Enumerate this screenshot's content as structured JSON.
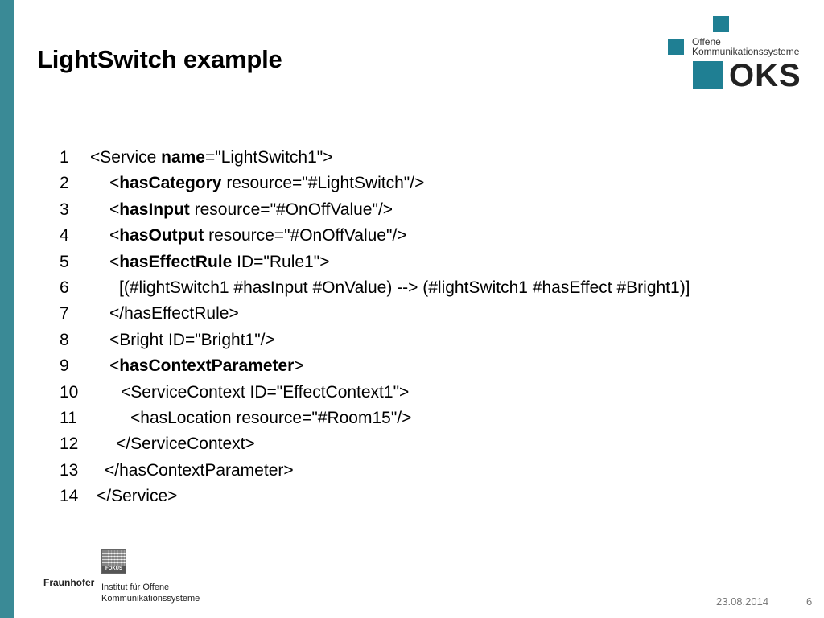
{
  "slide": {
    "title": "LightSwitch example",
    "accent_color": "#3a8a96",
    "date": "23.08.2014",
    "page_number": "6"
  },
  "logo_oks": {
    "line1": "Offene",
    "line2": "Kommunikationssysteme",
    "word": "OKS"
  },
  "logo_fraunhofer": {
    "name": "Fraunhofer",
    "badge": "FOKUS",
    "institute_line1": "Institut für Offene",
    "institute_line2": "Kommunikationssysteme"
  },
  "code": [
    {
      "num": "1",
      "indent": 0,
      "pre": "<Service ",
      "bold": "name",
      "post": "=\"LightSwitch1\">"
    },
    {
      "num": "2",
      "indent": 1,
      "pre": "<",
      "bold": "hasCategory",
      "post": " resource=\"#LightSwitch\"/>"
    },
    {
      "num": "3",
      "indent": 1,
      "pre": "<",
      "bold": "hasInput",
      "post": " resource=\"#OnOffValue\"/>"
    },
    {
      "num": "4",
      "indent": 1,
      "pre": "<",
      "bold": "hasOutput",
      "post": " resource=\"#OnOffValue\"/>"
    },
    {
      "num": "5",
      "indent": 1,
      "pre": "<",
      "bold": "hasEffectRule",
      "post": " ID=\"Rule1\">"
    },
    {
      "num": "6",
      "indent": 2,
      "pre": "[(#lightSwitch1 #hasInput #OnValue) --> (#lightSwitch1 #hasEffect #Bright1)]",
      "bold": "",
      "post": ""
    },
    {
      "num": "7",
      "indent": 1,
      "pre": "</hasEffectRule>",
      "bold": "",
      "post": ""
    },
    {
      "num": "8",
      "indent": 1,
      "pre": "<Bright ID=\"Bright1\"/>",
      "bold": "",
      "post": ""
    },
    {
      "num": "9",
      "indent": 1,
      "pre": "<",
      "bold": "hasContextParameter",
      "post": ">"
    },
    {
      "num": "10",
      "indent": 3,
      "pre": "<ServiceContext ID=\"EffectContext1\">",
      "bold": "",
      "post": ""
    },
    {
      "num": "11",
      "indent": 4,
      "pre": "<hasLocation resource=\"#Room15\"/>",
      "bold": "",
      "post": ""
    },
    {
      "num": "12",
      "indent": 5,
      "pre": "</ServiceContext>",
      "bold": "",
      "post": ""
    },
    {
      "num": "13",
      "indent": 6,
      "pre": "</hasContextParameter>",
      "bold": "",
      "post": ""
    },
    {
      "num": "14",
      "indent": 7,
      "pre": "</Service>",
      "bold": "",
      "post": ""
    }
  ]
}
